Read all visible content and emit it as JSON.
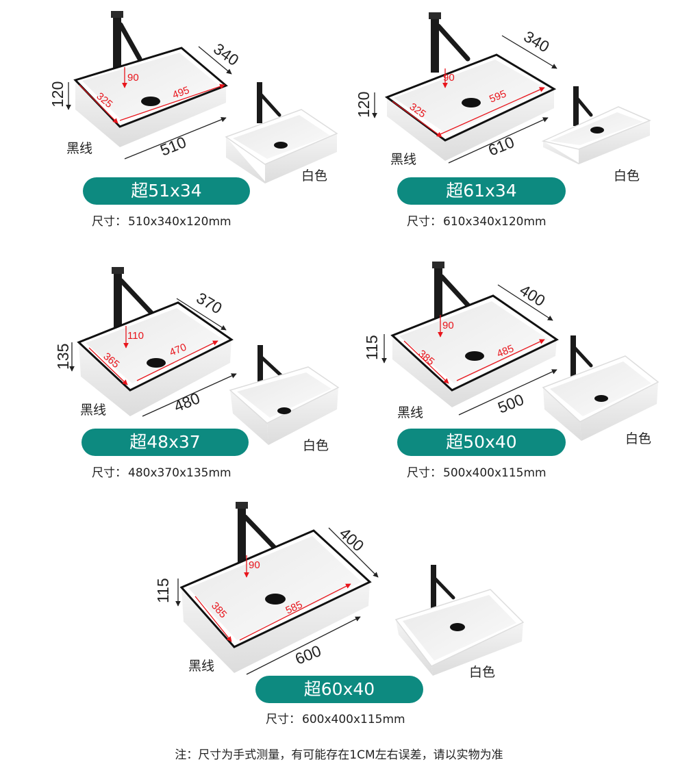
{
  "products": [
    {
      "title": "超51x34",
      "size_label": "尺寸：",
      "size_value": "510x340x120mm",
      "dims": {
        "width": "510",
        "depth": "340",
        "height": "120",
        "inner_length": "495",
        "inner_width": "325",
        "drain_depth": "90"
      },
      "black_label": "黑线",
      "white_label": "白色"
    },
    {
      "title": "超61x34",
      "size_label": "尺寸：",
      "size_value": "610x340x120mm",
      "dims": {
        "width": "610",
        "depth": "340",
        "height": "120",
        "inner_length": "595",
        "inner_width": "325",
        "drain_depth": "90"
      },
      "black_label": "黑线",
      "white_label": "白色"
    },
    {
      "title": "超48x37",
      "size_label": "尺寸：",
      "size_value": "480x370x135mm",
      "dims": {
        "width": "480",
        "depth": "370",
        "height": "135",
        "inner_length": "470",
        "inner_width": "365",
        "drain_depth": "110"
      },
      "black_label": "黑线",
      "white_label": "白色"
    },
    {
      "title": "超50x40",
      "size_label": "尺寸：",
      "size_value": "500x400x115mm",
      "dims": {
        "width": "500",
        "depth": "400",
        "height": "115",
        "inner_length": "485",
        "inner_width": "385",
        "drain_depth": "90"
      },
      "black_label": "黑线",
      "white_label": "白色"
    },
    {
      "title": "超60x40",
      "size_label": "尺寸：",
      "size_value": "600x400x115mm",
      "dims": {
        "width": "600",
        "depth": "400",
        "height": "115",
        "inner_length": "585",
        "inner_width": "385",
        "drain_depth": "90"
      },
      "black_label": "黑线",
      "white_label": "白色"
    }
  ],
  "footnote": "注：尺寸为手式测量，有可能存在1CM左右误差，请以实物为准",
  "colors": {
    "pill": "#0d8a80",
    "dimension_red": "#e8141b",
    "rim_black": "#111111"
  }
}
